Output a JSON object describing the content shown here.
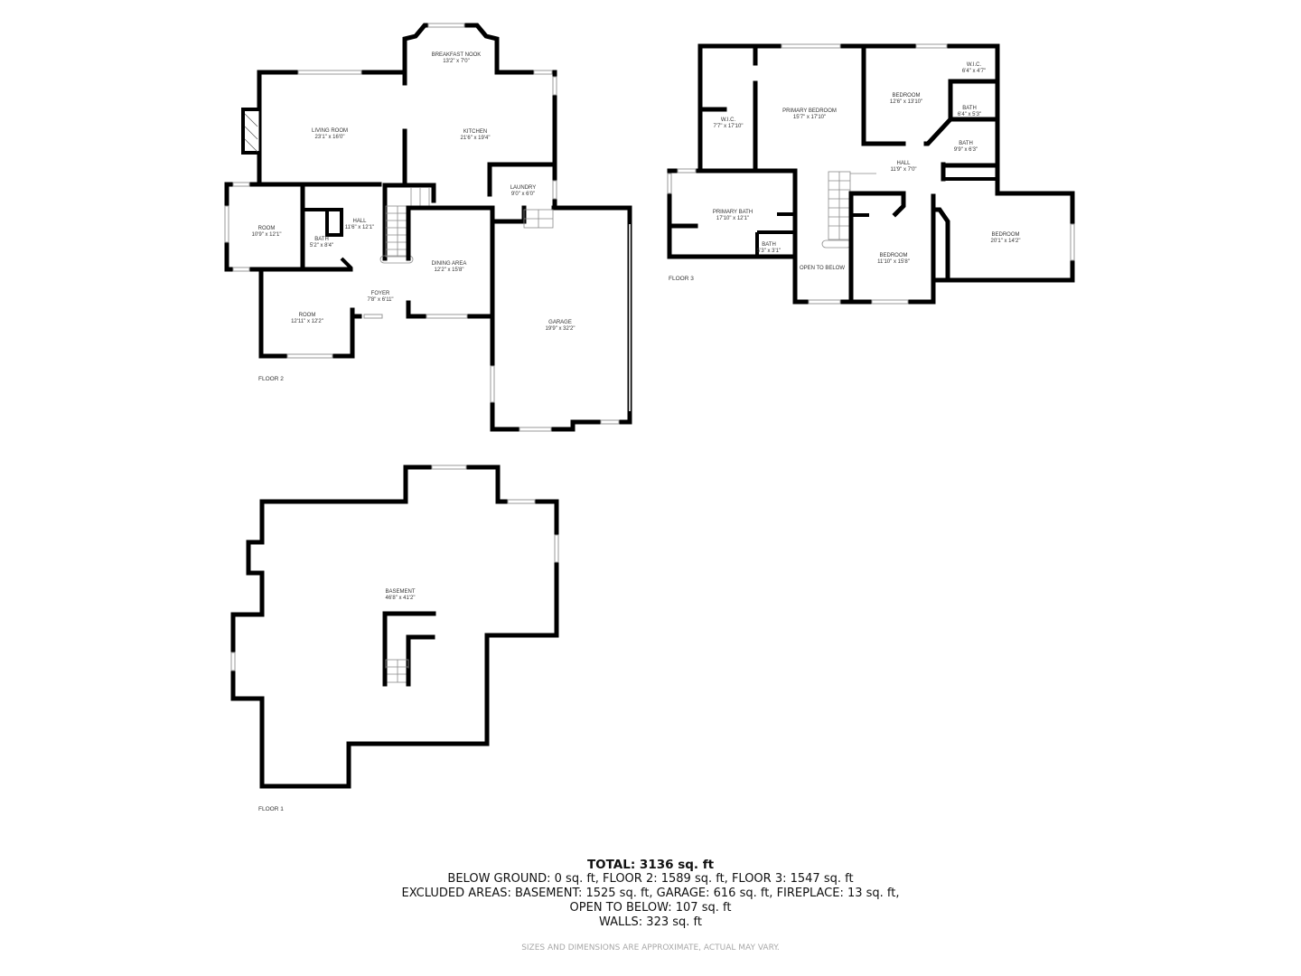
{
  "floors": {
    "floor2": {
      "label": "FLOOR 2",
      "rooms": [
        {
          "name": "BREAKFAST NOOK",
          "dims": "13'2\" x 7'0\""
        },
        {
          "name": "LIVING ROOM",
          "dims": "23'1\" x 16'0\""
        },
        {
          "name": "KITCHEN",
          "dims": "21'6\" x 19'4\""
        },
        {
          "name": "LAUNDRY",
          "dims": "9'0\" x 6'0\""
        },
        {
          "name": "ROOM",
          "dims": "10'9\" x 12'1\""
        },
        {
          "name": "HALL",
          "dims": "11'6\" x 12'1\""
        },
        {
          "name": "BATH",
          "dims": "5'2\" x 8'4\""
        },
        {
          "name": "DINING AREA",
          "dims": "12'2\" x 15'8\""
        },
        {
          "name": "FOYER",
          "dims": "7'8\" x 6'11\""
        },
        {
          "name": "ROOM",
          "dims": "12'11\" x 12'2\""
        },
        {
          "name": "GARAGE",
          "dims": "19'9\" x 32'2\""
        }
      ]
    },
    "floor3": {
      "label": "FLOOR 3",
      "rooms": [
        {
          "name": "W.I.C.",
          "dims": "7'7\" x 17'10\""
        },
        {
          "name": "PRIMARY BEDROOM",
          "dims": "15'7\" x 17'10\""
        },
        {
          "name": "BEDROOM",
          "dims": "12'6\" x 13'10\""
        },
        {
          "name": "W.I.C.",
          "dims": "6'4\" x 4'7\""
        },
        {
          "name": "BATH",
          "dims": "6'4\" x 5'3\""
        },
        {
          "name": "BATH",
          "dims": "9'9\" x 6'3\""
        },
        {
          "name": "HALL",
          "dims": "11'9\" x 7'0\""
        },
        {
          "name": "PRIMARY BATH",
          "dims": "17'10\" x 12'1\""
        },
        {
          "name": "BATH",
          "dims": "5'3\" x 3'1\""
        },
        {
          "name": "OPEN TO BELOW",
          "dims": ""
        },
        {
          "name": "BEDROOM",
          "dims": "11'10\" x 15'8\""
        },
        {
          "name": "BEDROOM",
          "dims": "20'1\" x 14'2\""
        }
      ]
    },
    "floor1": {
      "label": "FLOOR 1",
      "rooms": [
        {
          "name": "BASEMENT",
          "dims": "46'8\" x 41'2\""
        }
      ]
    }
  },
  "summary": {
    "total": "TOTAL: 3136 sq. ft",
    "line1": "BELOW GROUND: 0 sq. ft, FLOOR 2: 1589 sq. ft, FLOOR 3: 1547 sq. ft",
    "line2": "EXCLUDED AREAS: BASEMENT: 1525 sq. ft, GARAGE: 616 sq. ft, FIREPLACE: 13 sq. ft,",
    "line3": "OPEN TO BELOW: 107 sq. ft",
    "line4": "WALLS: 323 sq. ft",
    "disclaimer": "SIZES AND DIMENSIONS ARE APPROXIMATE, ACTUAL MAY VARY."
  }
}
